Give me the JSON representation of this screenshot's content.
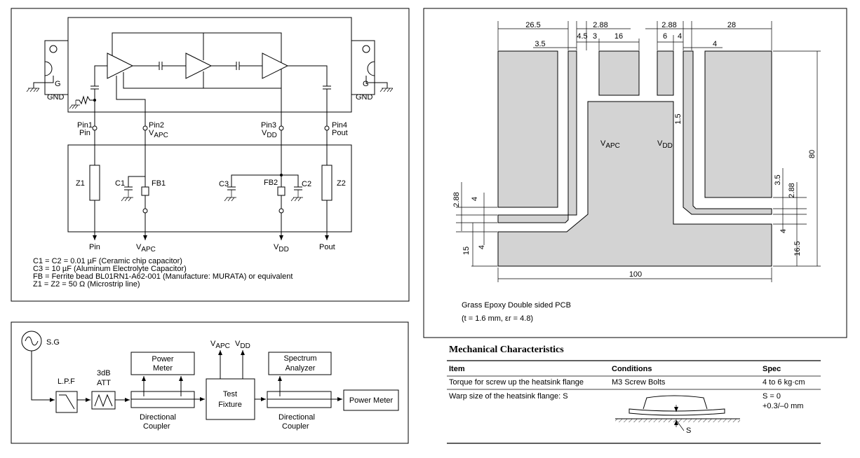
{
  "schematic": {
    "ground_left": {
      "g": "G",
      "gnd": "GND"
    },
    "ground_right": {
      "g": "G",
      "gnd": "GND"
    },
    "pins": [
      {
        "name": "Pin1",
        "sub": "Pin"
      },
      {
        "name": "Pin2",
        "sub_main": "V",
        "sub_sub": "APC"
      },
      {
        "name": "Pin3",
        "sub_main": "V",
        "sub_sub": "DD"
      },
      {
        "name": "Pin4",
        "sub": "Pout"
      }
    ],
    "components": {
      "z1": "Z1",
      "z2": "Z2",
      "c1": "C1",
      "c2": "C2",
      "c3": "C3",
      "fb1": "FB1",
      "fb2": "FB2"
    },
    "bottom": {
      "pin": "Pin",
      "vapc_main": "V",
      "vapc_sub": "APC",
      "vdd_main": "V",
      "vdd_sub": "DD",
      "pout": "Pout"
    },
    "notes": [
      "C1 = C2 = 0.01 µF (Ceramic chip capacitor)",
      "C3 = 10 µF (Aluminum Electrolyte Capacitor)",
      "FB = Ferrite bead BL01RN1-A62-001 (Manufacture: MURATA) or equivalent",
      "Z1 = Z2 = 50 Ω (Microstrip line)"
    ]
  },
  "test_setup": {
    "sg": "S.G",
    "lpf": "L.P.F",
    "att_line1": "3dB",
    "att_line2": "ATT",
    "power_meter_1_line1": "Power",
    "power_meter_1_line2": "Meter",
    "coupler_1_line1": "Directional",
    "coupler_1_line2": "Coupler",
    "vapc_main": "V",
    "vapc_sub": "APC",
    "vdd_main": "V",
    "vdd_sub": "DD",
    "fixture_line1": "Test",
    "fixture_line2": "Fixture",
    "analyzer_line1": "Spectrum",
    "analyzer_line2": "Analyzer",
    "coupler_2_line1": "Directional",
    "coupler_2_line2": "Coupler",
    "power_meter_2": "Power Meter"
  },
  "pcb": {
    "dims_top": [
      "26.5",
      "2.88",
      "2.88",
      "28",
      "3.5",
      "4.5",
      "3",
      "16",
      "6",
      "4",
      "4"
    ],
    "dims_right": [
      "80",
      "3.5",
      "2.88",
      "4",
      "16.5"
    ],
    "dims_left": [
      "2.88",
      "4",
      "15",
      "4"
    ],
    "dim_mid": "1.5",
    "dim_bottom": "100",
    "vapc_main": "V",
    "vapc_sub": "APC",
    "vdd_main": "V",
    "vdd_sub": "DD",
    "caption_line1": "Grass Epoxy Double sided PCB",
    "caption_line2": "(t = 1.6 mm, εr = 4.8)"
  },
  "mechanical": {
    "title": "Mechanical Characteristics",
    "headers": [
      "Item",
      "Conditions",
      "Spec"
    ],
    "rows": [
      {
        "item": "Torque for screw up the heatsink flange",
        "conditions": "M3  Screw Bolts",
        "spec": "4 to 6 kg·cm"
      },
      {
        "item": "Warp size of the heatsink flange: S",
        "conditions": "",
        "spec_line1": "S = 0",
        "spec_line2": "+0.3/–0 mm"
      }
    ],
    "s_label": "S"
  }
}
